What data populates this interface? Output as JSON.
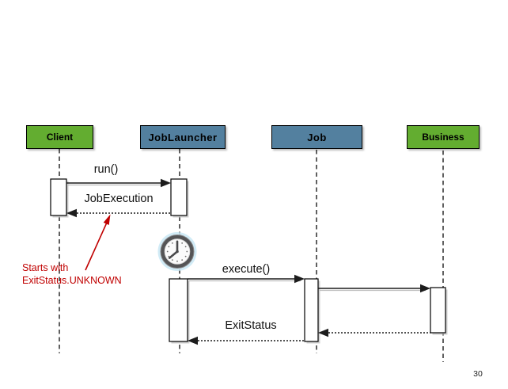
{
  "slide": {
    "page_number": "30",
    "background_color": "#ffffff"
  },
  "diagram": {
    "type": "uml-sequence",
    "actors": [
      {
        "label": "Client",
        "fill": "#63AD30"
      },
      {
        "label": "JobLauncher",
        "fill": "#53809F"
      },
      {
        "label": "Job",
        "fill": "#53809F"
      },
      {
        "label": "Business",
        "fill": "#63AD30"
      }
    ],
    "messages": [
      {
        "label": "run()",
        "from": "Client",
        "to": "JobLauncher",
        "style": "solid"
      },
      {
        "label": "JobExecution",
        "from": "JobLauncher",
        "to": "Client",
        "style": "dotted-return"
      },
      {
        "label": "execute()",
        "from": "JobLauncher",
        "to": "Job",
        "style": "solid"
      },
      {
        "label": "",
        "from": "Job",
        "to": "Business",
        "style": "solid"
      },
      {
        "label": "",
        "from": "Business",
        "to": "Job",
        "style": "dotted-return"
      },
      {
        "label": "ExitStatus",
        "from": "Job",
        "to": "JobLauncher",
        "style": "dotted-return"
      }
    ],
    "annotation": {
      "line1": "Starts with",
      "line2": "ExitStatus.UNKNOWN",
      "color": "#C00000"
    },
    "icons": [
      {
        "name": "clock-icon",
        "meaning": "time passing before execute()"
      }
    ],
    "line_color": "#1c1c1c"
  }
}
